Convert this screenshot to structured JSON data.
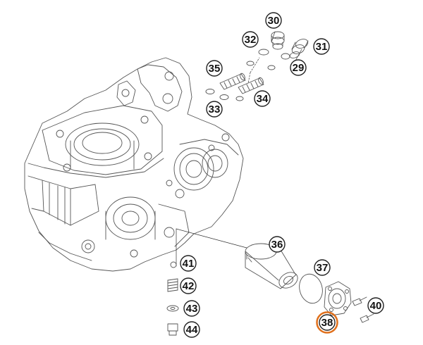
{
  "diagram": {
    "callouts": [
      {
        "id": "c30",
        "label": "30"
      },
      {
        "id": "c31",
        "label": "31"
      },
      {
        "id": "c32",
        "label": "32"
      },
      {
        "id": "c29",
        "label": "29"
      },
      {
        "id": "c35",
        "label": "35"
      },
      {
        "id": "c34",
        "label": "34"
      },
      {
        "id": "c33",
        "label": "33"
      },
      {
        "id": "c36",
        "label": "36"
      },
      {
        "id": "c37",
        "label": "37"
      },
      {
        "id": "c40",
        "label": "40"
      },
      {
        "id": "c38",
        "label": "38",
        "highlighted": true
      },
      {
        "id": "c41",
        "label": "41"
      },
      {
        "id": "c42",
        "label": "42"
      },
      {
        "id": "c43",
        "label": "43"
      },
      {
        "id": "c44",
        "label": "44"
      }
    ],
    "highlight_color": "#e0701c",
    "line_color": "#333333"
  }
}
